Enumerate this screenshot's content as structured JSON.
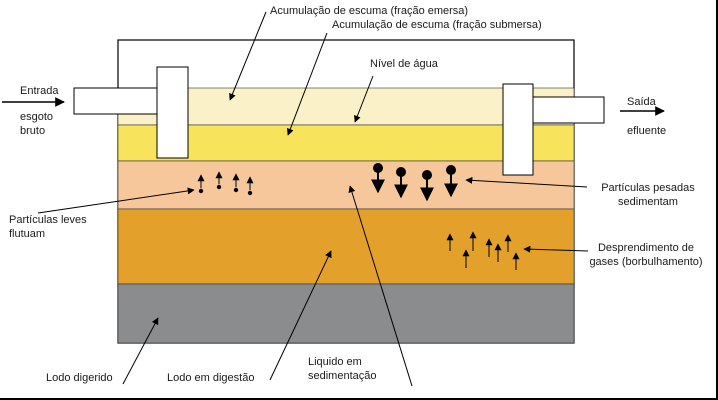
{
  "colors": {
    "scum_emersed": "#fbf1c8",
    "scum_submersed": "#f8e35c",
    "liquid": "#f7c79c",
    "digesting_sludge": "#e3a12b",
    "digested_sludge": "#8b8c8e",
    "outline": "#000000"
  },
  "labels": {
    "inlet": "Entrada",
    "raw_sewage": "esgoto bruto",
    "outlet": "Saída",
    "effluent": "efluente",
    "scum_emersed": "Acumulação de escuma (fração emersa)",
    "scum_submersed": "Acumulação de escuma (fração submersa)",
    "water_level": "Nível de água",
    "light_particles": "Partículas leves flutuam",
    "heavy_particles": "Partículas pesadas sedimentam",
    "gas_release": "Desprendimento de gases (borbulhamento)",
    "digested_sludge": "Lodo digerido",
    "digesting_sludge": "Lodo em digestão",
    "settling_liquid": "Liquido em sedimentação"
  }
}
